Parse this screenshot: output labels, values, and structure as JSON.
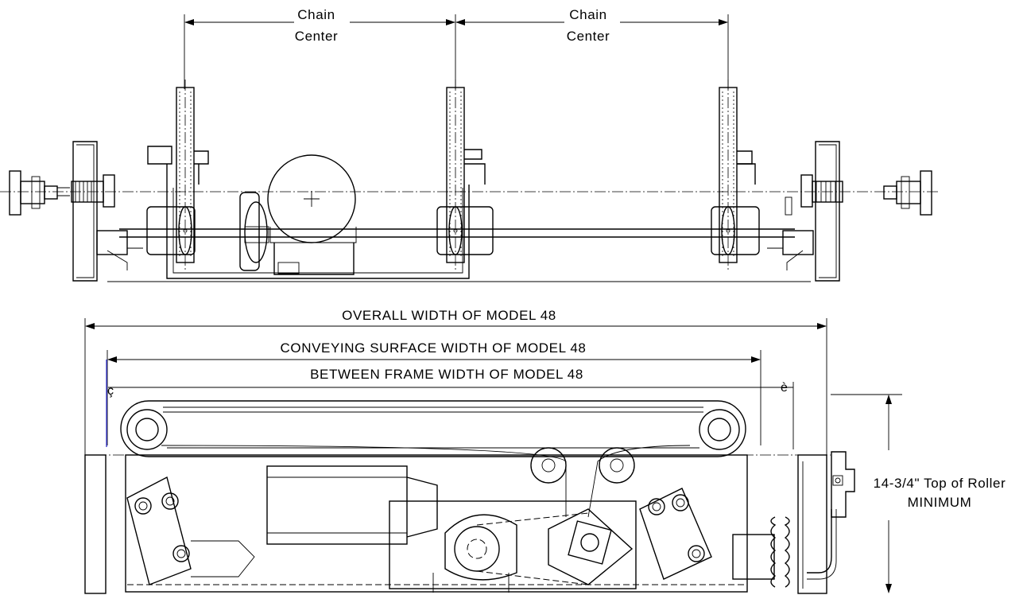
{
  "top_view": {
    "chain_center_left": {
      "line1": "Chain",
      "line2": "Center"
    },
    "chain_center_right": {
      "line1": "Chain",
      "line2": "Center"
    }
  },
  "bottom_view": {
    "overall_width": "OVERALL WIDTH OF MODEL 48",
    "conveying_surface_width": "CONVEYING SURFACE WIDTH OF MODEL 48",
    "between_frame_width": "BETWEEN FRAME WIDTH OF MODEL 48",
    "marker_left": "ç",
    "marker_right": "è",
    "height_label_line1": "14-3/4\" Top of Roller",
    "height_label_line2": "MINIMUM"
  },
  "colors": {
    "line": "#000000",
    "accent_blue": "#3a3ad0",
    "background": "#ffffff"
  }
}
